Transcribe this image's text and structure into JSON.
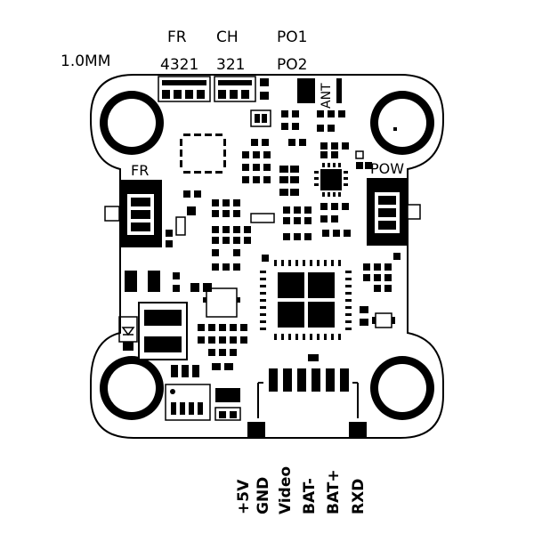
{
  "diagram": {
    "top_labels": {
      "thickness": "1.0MM",
      "fr_header": "FR",
      "fr_pins": "4321",
      "ch_header": "CH",
      "ch_pins": "321",
      "po1": "PO1",
      "po2": "PO2"
    },
    "board_labels": {
      "ant": "ANT",
      "fr_connector": "FR",
      "pow_connector": "POW"
    },
    "bottom_pads": [
      "+5V",
      "GND",
      "Video",
      "BAT-",
      "BAT+",
      "RXD"
    ],
    "colors": {
      "ink": "#000000",
      "board": "#ffffff"
    }
  }
}
